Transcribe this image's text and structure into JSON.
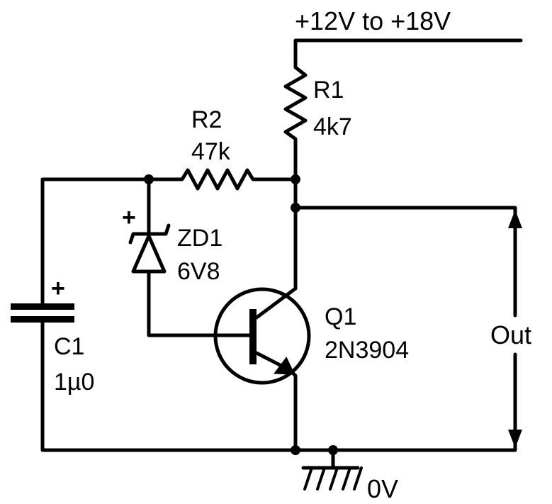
{
  "supply": {
    "label": "+12V to +18V"
  },
  "ground": {
    "label": "0V"
  },
  "resistors": [
    {
      "ref": "R1",
      "value": "4k7"
    },
    {
      "ref": "R2",
      "value": "47k"
    }
  ],
  "zener": {
    "ref": "ZD1",
    "value": "6V8",
    "polarity": "+"
  },
  "capacitor": {
    "ref": "C1",
    "value": "1µ0",
    "polarity": "+"
  },
  "transistor": {
    "ref": "Q1",
    "part": "2N3904"
  },
  "output": {
    "label": "Out"
  }
}
